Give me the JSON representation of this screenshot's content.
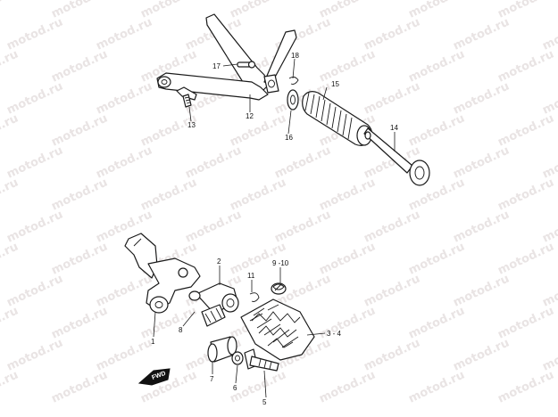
{
  "watermark": "motod.ru",
  "fwd_label": "FWD",
  "callouts": {
    "c1": "1",
    "c2": "2",
    "c3_4": "3 - 4",
    "c5": "5",
    "c6": "6",
    "c7": "7",
    "c8": "8",
    "c9_10": "9 -10",
    "c11": "11",
    "c12": "12",
    "c13": "13",
    "c14": "14",
    "c15": "15",
    "c16": "16",
    "c17": "17",
    "c18": "18"
  }
}
